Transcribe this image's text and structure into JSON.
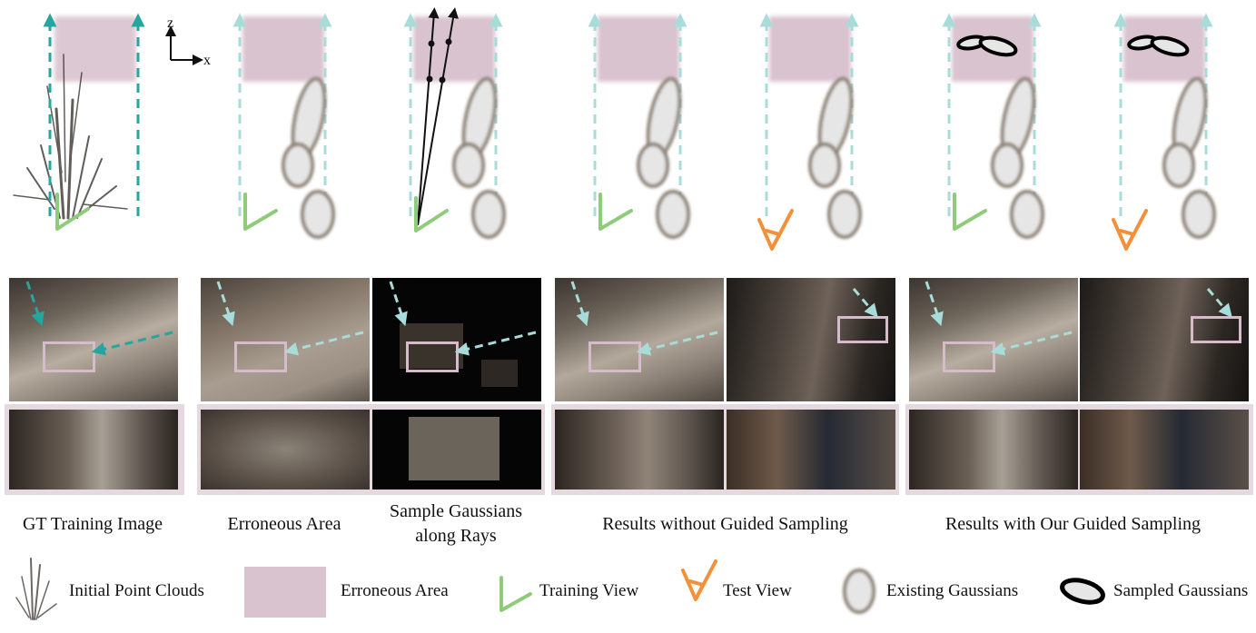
{
  "axes": {
    "z_label": "z",
    "x_label": "x"
  },
  "captions": {
    "gt_training": "GT Training Image",
    "erroneous": "Erroneous Area",
    "sample_line1": "Sample Gaussians",
    "sample_line2": "along Rays",
    "without": "Results without Guided Sampling",
    "with": "Results with Our Guided Sampling"
  },
  "legend": {
    "point_clouds": "Initial Point Clouds",
    "erroneous": "Erroneous Area",
    "training_view": "Training View",
    "test_view": "Test View",
    "existing": "Existing Gaussians",
    "sampled": "Sampled Gaussians"
  },
  "colors": {
    "erroneous_fill": "#d9c3cf",
    "ray_teal": "#25a6a0",
    "ray_light": "#a8dcd9",
    "training_view": "#8fcc7a",
    "test_view": "#f4903a",
    "gaussian_fill": "#e6e6e6",
    "gaussian_stroke": "#8a7f72",
    "highlight_box": "#d6bccb"
  }
}
